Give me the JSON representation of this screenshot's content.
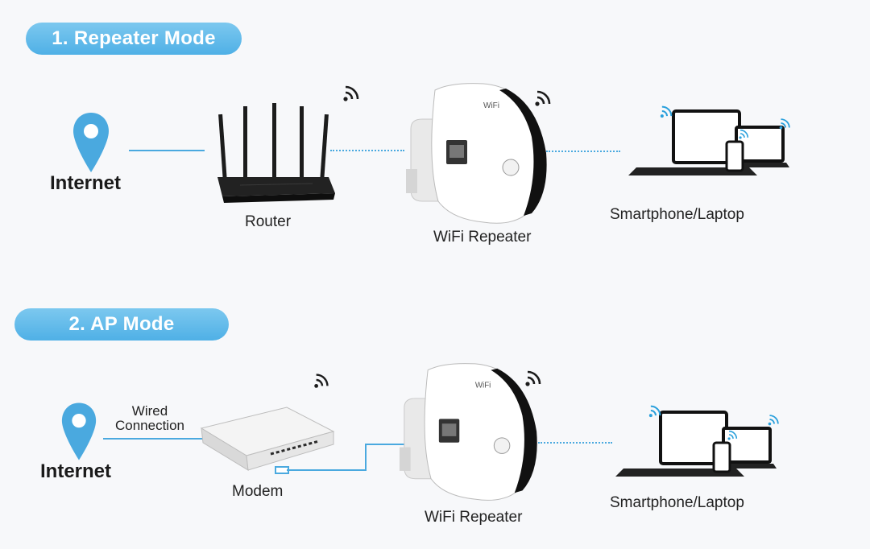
{
  "modes": [
    {
      "title": "1. Repeater Mode",
      "internet_label": "Internet",
      "router_label": "Router",
      "repeater_label": "WiFi Repeater",
      "clients_label": "Smartphone/Laptop"
    },
    {
      "title": "2. AP Mode",
      "internet_label": "Internet",
      "wired_label_line1": "Wired",
      "wired_label_line2": "Connection",
      "modem_label": "Modem",
      "repeater_label": "WiFi Repeater",
      "clients_label": "Smartphone/Laptop"
    }
  ],
  "colors": {
    "accent": "#5bb8ea",
    "pin": "#4aa9df",
    "wire": "#4aa9df",
    "device_dark": "#1c1c1c"
  },
  "icons": [
    "location-pin-icon",
    "router-icon",
    "modem-icon",
    "wifi-repeater-icon",
    "laptop-icon",
    "smartphone-icon",
    "wifi-signal-icon"
  ]
}
